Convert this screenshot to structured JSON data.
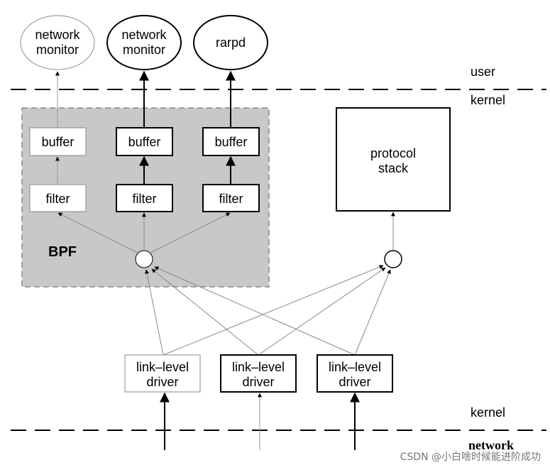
{
  "domain": "Diagram",
  "labels": {
    "user": "user",
    "kernel_top": "kernel",
    "kernel_bottom": "kernel",
    "network": "network",
    "bpf": "BPF",
    "watermark": "CSDN @小白啥时候能进阶成功"
  },
  "processes": [
    {
      "line1": "network",
      "line2": "monitor",
      "emphasis": "light"
    },
    {
      "line1": "network",
      "line2": "monitor",
      "emphasis": "bold"
    },
    {
      "line1": "rarpd",
      "line2": "",
      "emphasis": "bold"
    }
  ],
  "buffers": [
    "buffer",
    "buffer",
    "buffer"
  ],
  "filters": [
    "filter",
    "filter",
    "filter"
  ],
  "protocol_stack": {
    "line1": "protocol",
    "line2": "stack"
  },
  "drivers": [
    {
      "line1": "link–level",
      "line2": "driver",
      "emphasis": "light"
    },
    {
      "line1": "link–level",
      "line2": "driver",
      "emphasis": "bold"
    },
    {
      "line1": "link–level",
      "line2": "driver",
      "emphasis": "bold"
    }
  ],
  "colors": {
    "bpf_fill": "#c8c8c8",
    "bpf_border": "#888888",
    "light_line": "#999999",
    "dark_line": "#000000",
    "watermark": "#777777"
  }
}
